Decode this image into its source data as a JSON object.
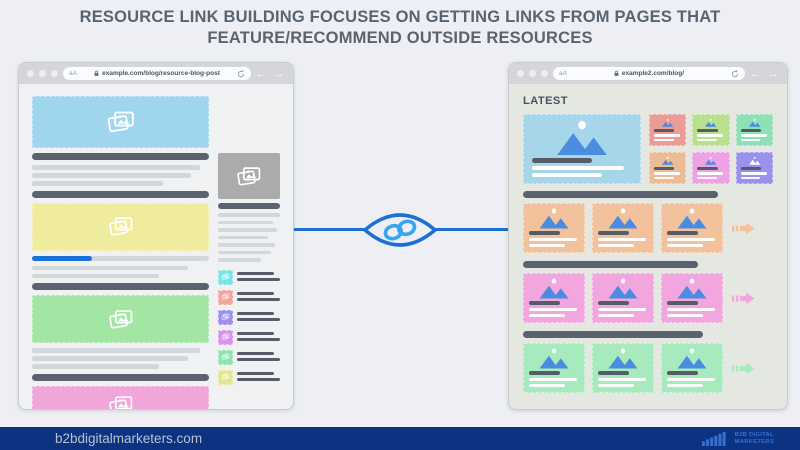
{
  "title": {
    "line1": "RESOURCE LINK BUILDING FOCUSES ON GETTING LINKS FROM PAGES THAT",
    "line2": "FEATURE/RECOMMEND OUTSIDE RESOURCES"
  },
  "colors": {
    "title_color": "#5a6370",
    "conn_blue": "#1d6fd2",
    "link_icon": "#38a5f0",
    "link_text": "#1a72d8",
    "mountain_blue": "#4a8ce0",
    "footer_bg": "#0b3382",
    "logo_blue": "#3570cd"
  },
  "left_browser": {
    "text_size_label": "aA",
    "url": "example.com/blog/resource-blog-post",
    "back_arrow": "←",
    "forward_arrow": "→",
    "hero_color": "#9fd6ee",
    "blocks": {
      "yellow": "#efec9e",
      "green": "#a3e6a3",
      "pink": "#f0a6d8"
    },
    "sidebar_image_color": "#ababad",
    "sidebar_items": [
      {
        "color": "#7de2e8"
      },
      {
        "color": "#f2a49e"
      },
      {
        "color": "#9e90ee"
      },
      {
        "color": "#d694ec"
      },
      {
        "color": "#90e2b0"
      },
      {
        "color": "#e4e492"
      }
    ]
  },
  "right_browser": {
    "text_size_label": "aA",
    "url": "example2.com/blog/",
    "back_arrow": "←",
    "forward_arrow": "→",
    "heading": "LATEST",
    "featured_card_color": "#a5d6ea",
    "grid_cards": [
      {
        "color": "#ec9c96",
        "mountain": "#4a8ce0"
      },
      {
        "color": "#b8e08e",
        "mountain": "#4a8ce0"
      },
      {
        "color": "#8ee0b6",
        "mountain": "#4a8ce0"
      },
      {
        "color": "#ecbc96",
        "mountain": "#4a8ce0"
      },
      {
        "color": "#eea2e6",
        "mountain": "#4a8ce0"
      },
      {
        "color": "#9a90ee",
        "mountain": "#ffffff"
      }
    ],
    "sections": [
      {
        "color": "#f2c29c",
        "headline_width": "78%"
      },
      {
        "color": "#f2a6e0",
        "headline_width": "70%"
      },
      {
        "color": "#a6eabe",
        "headline_width": "72%"
      }
    ]
  },
  "footer": {
    "website": "b2bdigitalmarketers.com",
    "logo_line1": "B2B DIGITAL",
    "logo_line2": "MARKETERS"
  }
}
